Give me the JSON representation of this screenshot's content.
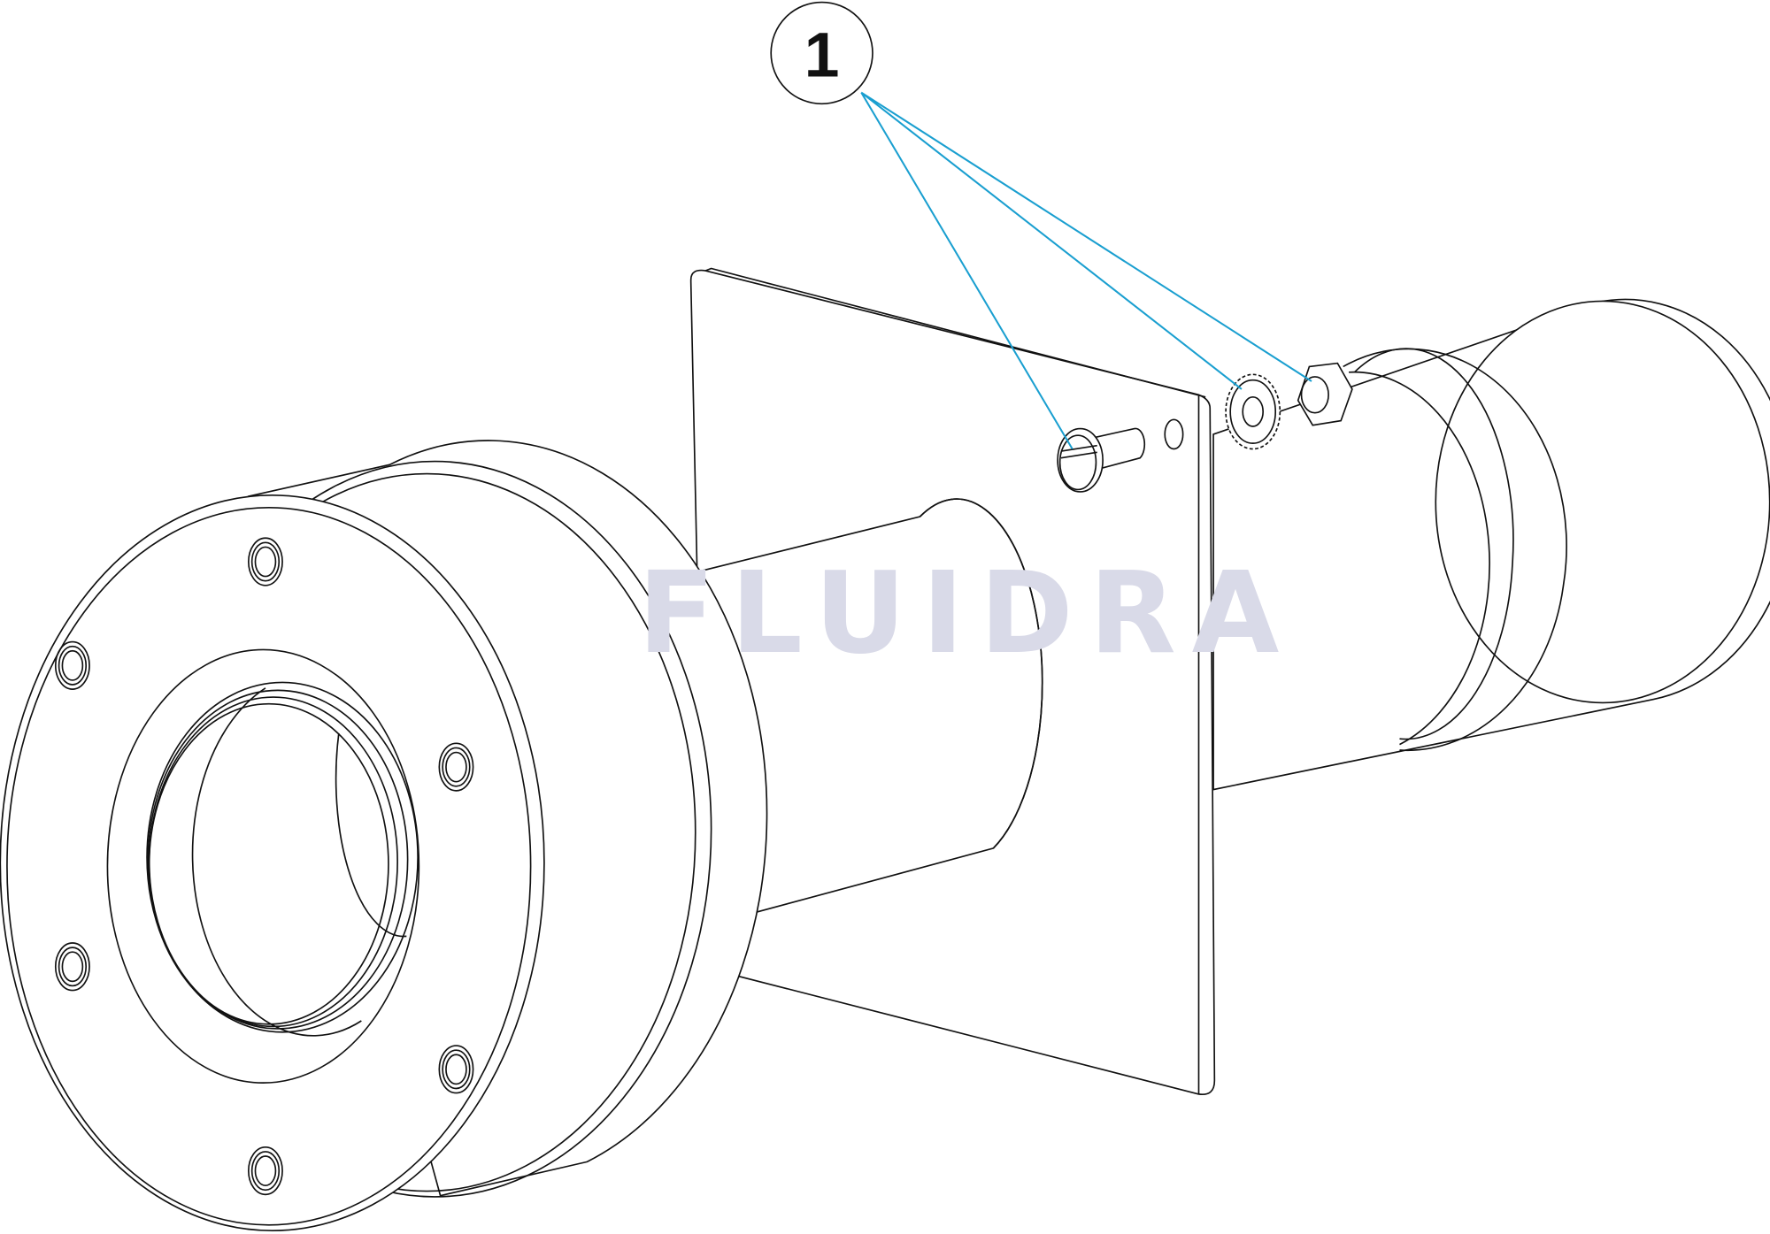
{
  "diagram": {
    "watermark": "FLUIDRA",
    "callouts": [
      {
        "label": "1",
        "targets": [
          "screw",
          "serrated-washer",
          "hex-nut"
        ]
      }
    ],
    "colors": {
      "leader": "#1a9fd0",
      "line": "#111111",
      "watermark": "#d9dae8"
    }
  }
}
